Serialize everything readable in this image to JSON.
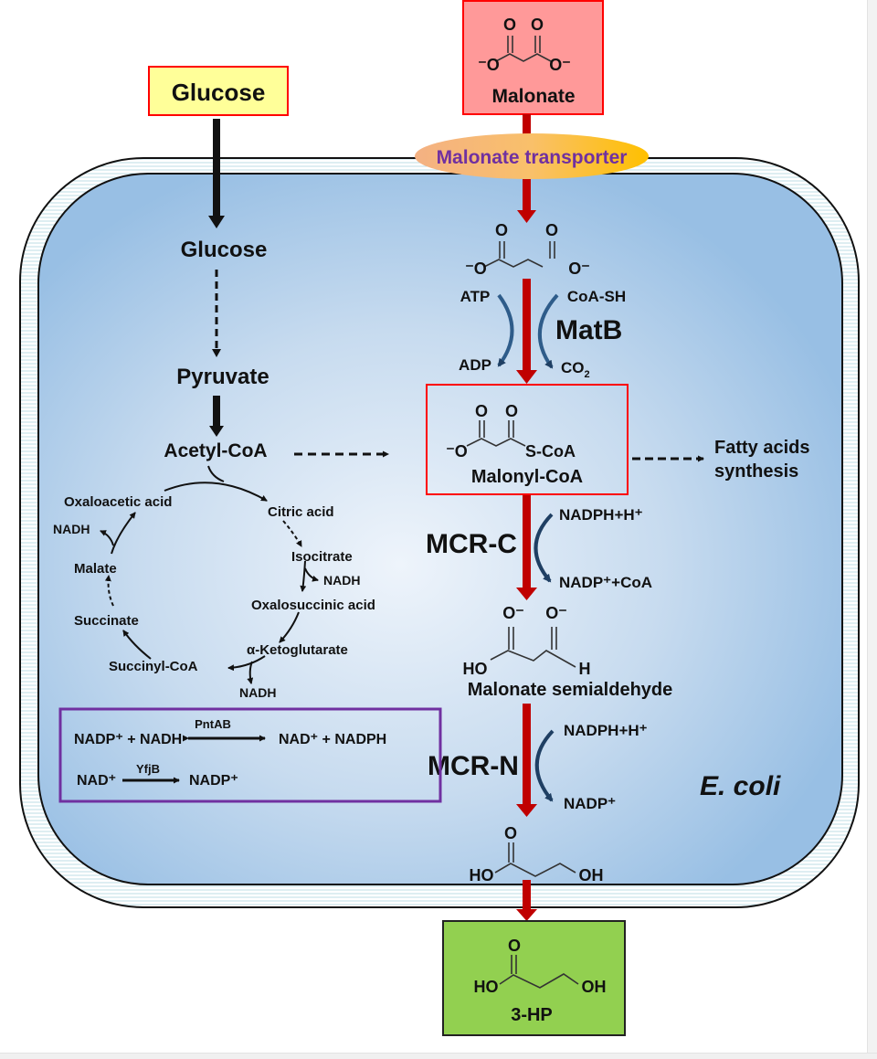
{
  "external": {
    "glucose_box": "Glucose",
    "malonate_box": "Malonate",
    "malonate_charge_left": "-O",
    "malonate_charge_right": "O-",
    "transporter": "Malonate transporter",
    "product_box": "3-HP"
  },
  "cell": {
    "organism_label": "E. coli"
  },
  "glycolysis": {
    "glucose": "Glucose",
    "pyruvate": "Pyruvate",
    "acetyl_coa": "Acetyl-CoA"
  },
  "tca_cycle": {
    "oxaloacetic_acid": "Oxaloacetic acid",
    "citric_acid": "Citric acid",
    "isocitrate": "Isocitrate",
    "nadh_isocitrate": "NADH",
    "oxalosuccinic_acid": "Oxalosuccinic acid",
    "alpha_ketoglutarate": "α-Ketoglutarate",
    "nadh_akg": "NADH",
    "succinyl_coa": "Succinyl-CoA",
    "succinate": "Succinate",
    "malate": "Malate",
    "nadh_malate": "NADH"
  },
  "cofactor_box": {
    "row1_left": "NADP⁺ + NADH",
    "row1_enzyme": "PntAB",
    "row1_right": "NAD⁺ + NADPH",
    "row2_left": "NAD⁺",
    "row2_enzyme": "YfjB",
    "row2_right": "NADP⁺"
  },
  "pathway": {
    "matb": {
      "enzyme": "MatB",
      "in_left": "ATP",
      "out_left": "ADP",
      "in_right": "CoA-SH",
      "out_right": "CO",
      "out_right_sub": "2"
    },
    "malonyl_coa": {
      "name": "Malonyl-CoA",
      "group": "S-CoA"
    },
    "fatty_acids": {
      "line1": "Fatty acids",
      "line2": "synthesis"
    },
    "mcr_c": {
      "enzyme": "MCR-C",
      "in": "NADPH+H⁺",
      "out": "NADP⁺+CoA"
    },
    "malonate_semialdehyde": {
      "name": "Malonate semialdehyde",
      "ho": "HO",
      "h": "H"
    },
    "mcr_n": {
      "enzyme": "MCR-N",
      "in": "NADPH+H⁺",
      "out": "NADP⁺"
    },
    "hp_intracellular": {
      "ho": "HO",
      "oh": "OH"
    }
  },
  "atoms": {
    "O": "O",
    "O_minus": "O⁻",
    "minus_O": "⁻O",
    "HO": "HO",
    "OH": "OH"
  },
  "colors": {
    "cell_fill": "#9dc3e6",
    "cell_center": "#e6eff9",
    "glucose_box": "#ffff99",
    "malonate_box": "#ff9999",
    "product_box": "#92d050",
    "transporter": "#f4b183",
    "transporter_text": "#7030a0",
    "main_arrow": "#c00000",
    "cofactor_box_border": "#7030a0",
    "box_border_red": "#ff0000"
  }
}
